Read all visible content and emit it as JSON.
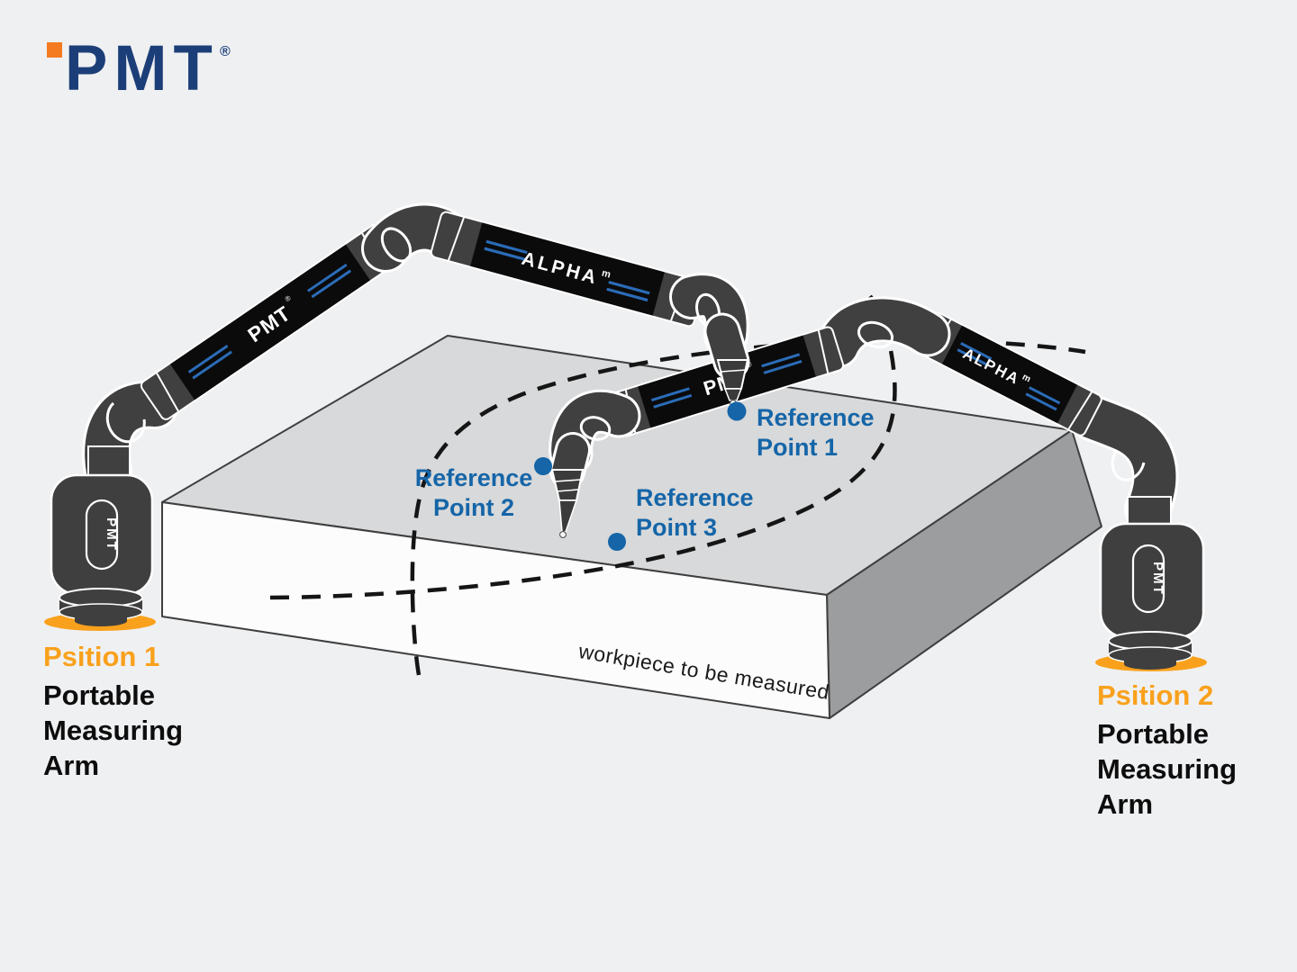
{
  "logo": {
    "text": "PMT",
    "registered": "®"
  },
  "arm_branding": {
    "alpha_label": "ALPHA",
    "alpha_sup": "m",
    "pmt_label": "PMT",
    "pmt_reg": "®",
    "base_label": "PMT"
  },
  "reference_points": [
    {
      "line1": "Reference",
      "line2": "Point 1"
    },
    {
      "line1": "Reference",
      "line2": "Point 2"
    },
    {
      "line1": "Reference",
      "line2": "Point 3"
    }
  ],
  "positions": [
    {
      "title": "Psition 1",
      "lines": [
        "Portable",
        "Measuring",
        "Arm"
      ]
    },
    {
      "title": "Psition 2",
      "lines": [
        "Portable",
        "Measuring",
        "Arm"
      ]
    }
  ],
  "workpiece": {
    "label": "workpiece to be measured"
  },
  "colors": {
    "background": "#eff0f2",
    "label_blue": "#1565a8",
    "accent_orange": "#f9a11c",
    "logo_navy": "#1c3e78",
    "logo_orange": "#f47b20",
    "arm_dark": "#404040",
    "tube_black": "#0b0b0b",
    "stripe_blue": "#2b6cb8",
    "box_top": "#d8d9da",
    "box_front": "#fcfcfd",
    "box_side": "#9c9d9e"
  }
}
